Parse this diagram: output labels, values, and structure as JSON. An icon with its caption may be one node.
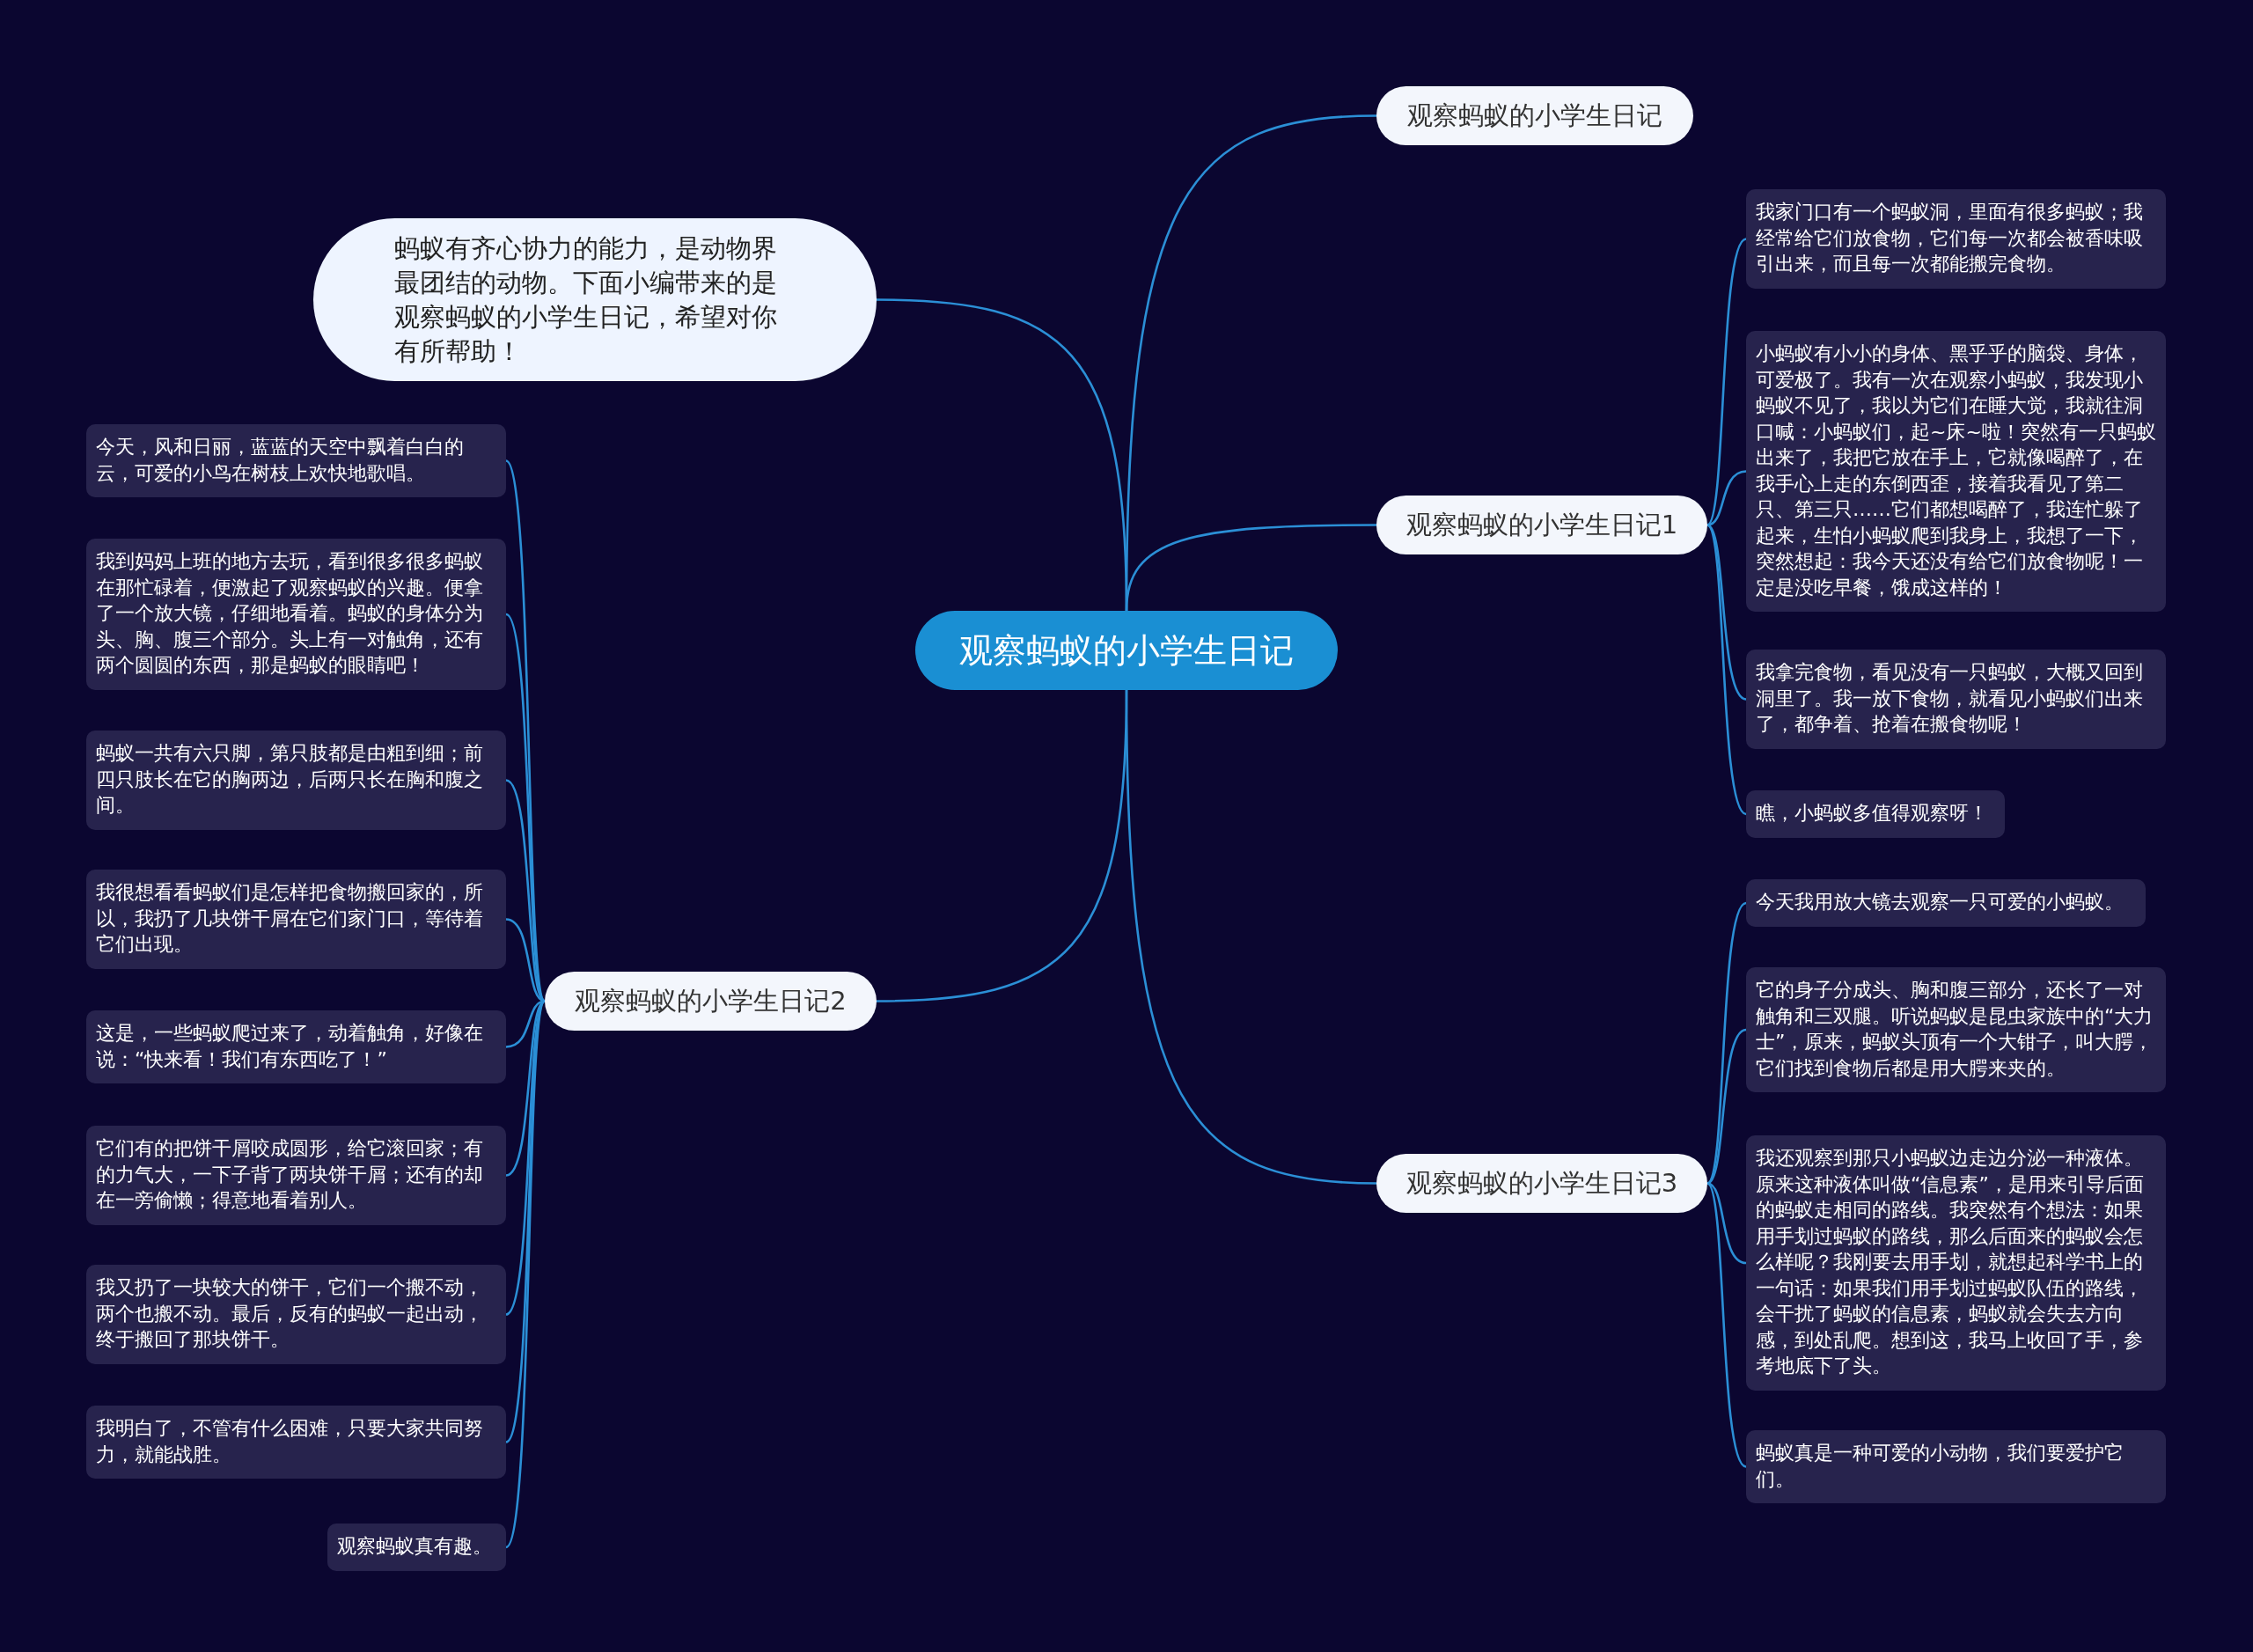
{
  "diagram": {
    "nodes": [
      {
        "text": [
          "观察蚂蚁的小学生日记"
        ]
      },
      {
        "text": [
          "蚂蚁有齐心协力的能力，是动物界最团结的动物。下面小编带来的是观察蚂蚁的小学生日记，希望对你有所帮助！"
        ]
      },
      {
        "text": [
          "观察蚂蚁的小学生日记"
        ]
      },
      {
        "text": [
          "观察蚂蚁的小学生日记1"
        ]
      },
      {
        "text": [
          "观察蚂蚁的小学生日记2"
        ]
      },
      {
        "text": [
          "观察蚂蚁的小学生日记3"
        ]
      },
      {
        "text": [
          "我家门口有一个蚂蚁洞，里面有很多蚂蚁；我经常给它们放食物，它们每一次都会被香味吸引出来，而且每一次都能搬完食物。"
        ]
      },
      {
        "text": [
          "小蚂蚁有小小的身体、黑乎乎的脑袋、身体，可爱极了。我有一次在观察小蚂蚁，我发现小蚂蚁不见了，我以为它们在睡大觉，我就往洞口喊：小蚂蚁们，起~床~啦！突然有一只蚂蚁出来了，我把它放在手上，它就像喝醉了，在我手心上走的东倒西歪，接着我看见了第二只、第三只……它们都想喝醉了，我连忙躲了起来，生怕小蚂蚁爬到我身上，我想了一下，突然想起：我今天还没有给它们放食物呢！一定是没吃早餐，饿成这样的！"
        ]
      },
      {
        "text": [
          "我拿完食物，看见没有一只蚂蚁，大概又回到洞里了。我一放下食物，就看见小蚂蚁们出来了，都争着、抢着在搬食物呢！"
        ]
      },
      {
        "text": [
          "瞧，小蚂蚁多值得观察呀！"
        ]
      },
      {
        "text": [
          "今天我用放大镜去观察一只可爱的小蚂蚁。"
        ]
      },
      {
        "text": [
          "它的身子分成头、胸和腹三部分，还长了一对触角和三双腿。听说蚂蚁是昆虫家族中的“大力士”，原来，蚂蚁头顶有一个大钳子，叫大腭，它们找到食物后都是用大腭来夹的。"
        ]
      },
      {
        "text": [
          "我还观察到那只小蚂蚁边走边分泌一种液体。原来这种液体叫做“信息素”，是用来引导后面的蚂蚁走相同的路线。我突然有个想法：如果用手划过蚂蚁的路线，那么后面来的蚂蚁会怎么样呢？我刚要去用手划，就想起科学书上的一句话：如果我们用手划过蚂蚁队伍的路线，会干扰了蚂蚁的信息素，蚂蚁就会失去方向感，到处乱爬。想到这，我马上收回了手，参考地底下了头。"
        ]
      },
      {
        "text": [
          "蚂蚁真是一种可爱的小动物，我们要爱护它们。"
        ]
      },
      {
        "text": [
          "今天，风和日丽，蓝蓝的天空中飘着白白的云，可爱的小鸟在树枝上欢快地歌唱。"
        ]
      },
      {
        "text": [
          "我到妈妈上班的地方去玩，看到很多很多蚂蚁在那忙碌着，便激起了观察蚂蚁的兴趣。便拿了一个放大镜，仔细地看着。蚂蚁的身体分为头、胸、腹三个部分。头上有一对触角，还有两个圆圆的东西，那是蚂蚁的眼睛吧！"
        ]
      },
      {
        "text": [
          "蚂蚁一共有六只脚，第只肢都是由粗到细；前四只肢长在它的胸两边，后两只长在胸和腹之间。"
        ]
      },
      {
        "text": [
          "我很想看看蚂蚁们是怎样把食物搬回家的，所以，我扔了几块饼干屑在它们家门口，等待着它们出现。"
        ]
      },
      {
        "text": [
          "这是，一些蚂蚁爬过来了，动着触角，好像在说：“快来看！我们有东西吃了！”"
        ]
      },
      {
        "text": [
          "它们有的把饼干屑咬成圆形，给它滚回家；有的力气大，一下子背了两块饼干屑；还有的却在一旁偷懒；得意地看着别人。"
        ]
      },
      {
        "text": [
          "我又扔了一块较大的饼干，它们一个搬不动，两个也搬不动。最后，反有的蚂蚁一起出动，终于搬回了那块饼干。"
        ]
      },
      {
        "text": [
          "我明白了，不管有什么困难，只要大家共同努力，就能战胜。"
        ]
      },
      {
        "text": [
          "观察蚂蚁真有趣。"
        ]
      }
    ],
    "edges": [
      {
        "from": 0,
        "to": 1,
        "arrow": "none"
      },
      {
        "from": 0,
        "to": 2,
        "arrow": "none"
      },
      {
        "from": 0,
        "to": 3,
        "arrow": "none"
      },
      {
        "from": 0,
        "to": 4,
        "arrow": "none"
      },
      {
        "from": 0,
        "to": 5,
        "arrow": "none"
      },
      {
        "from": 3,
        "to": 6,
        "arrow": "none"
      },
      {
        "from": 3,
        "to": 7,
        "arrow": "none"
      },
      {
        "from": 3,
        "to": 8,
        "arrow": "none"
      },
      {
        "from": 3,
        "to": 9,
        "arrow": "none"
      },
      {
        "from": 5,
        "to": 10,
        "arrow": "none"
      },
      {
        "from": 5,
        "to": 11,
        "arrow": "none"
      },
      {
        "from": 5,
        "to": 12,
        "arrow": "none"
      },
      {
        "from": 5,
        "to": 13,
        "arrow": "none"
      },
      {
        "from": 4,
        "to": 14,
        "arrow": "none"
      },
      {
        "from": 4,
        "to": 15,
        "arrow": "none"
      },
      {
        "from": 4,
        "to": 16,
        "arrow": "none"
      },
      {
        "from": 4,
        "to": 17,
        "arrow": "none"
      },
      {
        "from": 4,
        "to": 18,
        "arrow": "none"
      },
      {
        "from": 4,
        "to": 19,
        "arrow": "none"
      },
      {
        "from": 4,
        "to": 20,
        "arrow": "none"
      },
      {
        "from": 4,
        "to": 21,
        "arrow": "none"
      },
      {
        "from": 4,
        "to": 22,
        "arrow": "none"
      }
    ]
  }
}
